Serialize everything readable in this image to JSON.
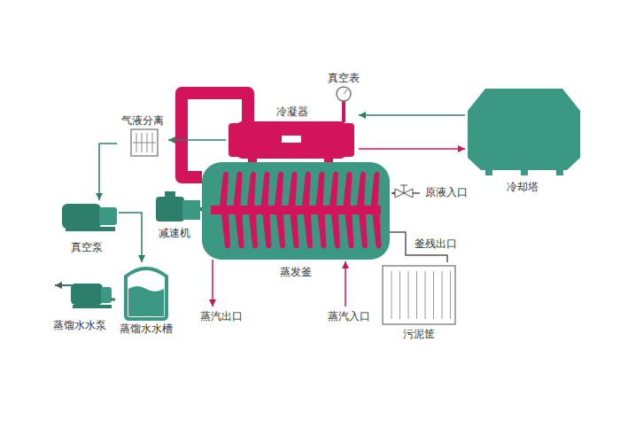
{
  "diagram": {
    "nodes": [
      {
        "text": [
          "真空表"
        ]
      },
      {
        "text": [
          "冷凝器"
        ]
      },
      {
        "text": [
          "冷却塔"
        ]
      },
      {
        "text": [
          "气液分离"
        ]
      },
      {
        "text": [
          "减速机"
        ]
      },
      {
        "text": [
          "蒸发釜"
        ]
      },
      {
        "text": [
          "真空泵"
        ]
      },
      {
        "text": [
          "蒸馏水水槽"
        ]
      },
      {
        "text": [
          "蒸馏水水泵"
        ]
      },
      {
        "text": [
          "污泥筐"
        ]
      }
    ],
    "edges": [
      {
        "from": 5,
        "to": 1,
        "arrow": "none"
      },
      {
        "from": 2,
        "to": 1,
        "arrow": "to"
      },
      {
        "from": 1,
        "to": 2,
        "arrow": "to"
      },
      {
        "from": 1,
        "to": 3,
        "arrow": "to"
      },
      {
        "from": 3,
        "to": 6,
        "arrow": "to"
      },
      {
        "from": 6,
        "to": 7,
        "arrow": "to"
      },
      {
        "from": 7,
        "to": 8,
        "arrow": "none"
      },
      {
        "from": 4,
        "to": 5,
        "arrow": "none"
      },
      {
        "from": 5,
        "to": 9,
        "arrow": "none"
      }
    ],
    "labels": [
      "原液入口",
      "釜残出口",
      "蒸汽出口",
      "蒸汽入口"
    ]
  }
}
